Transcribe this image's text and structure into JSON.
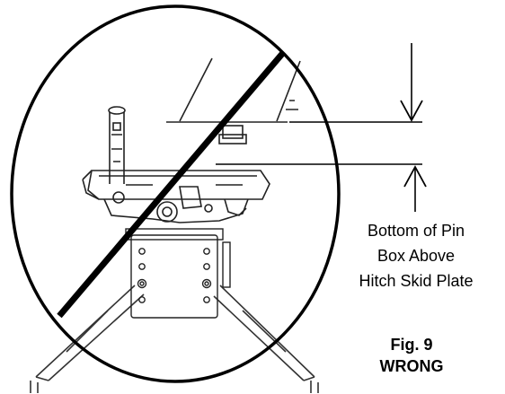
{
  "callout": {
    "line1": "Bottom of Pin",
    "line2": "Box Above",
    "line3": "Hitch Skid Plate"
  },
  "figure": {
    "number": "Fig. 9",
    "status": "WRONG"
  }
}
